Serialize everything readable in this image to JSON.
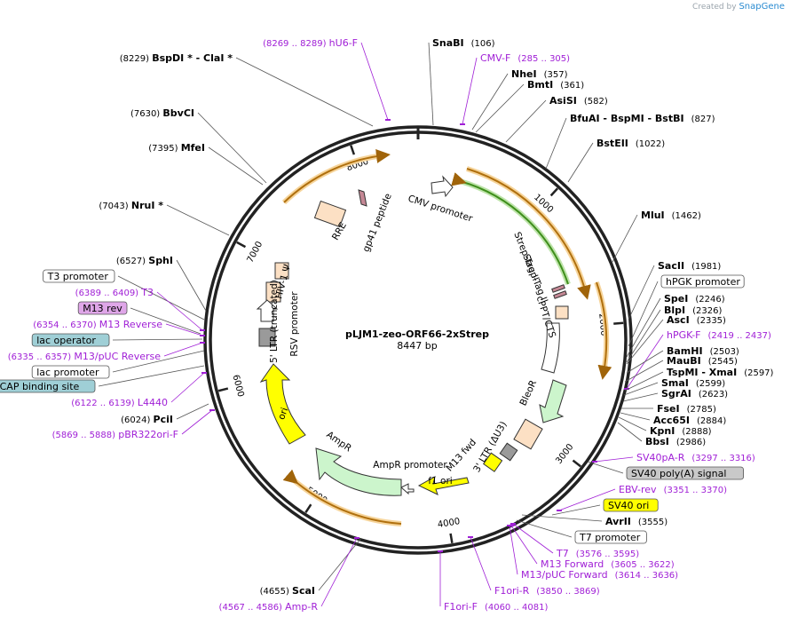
{
  "brand": {
    "created_by": "Created by",
    "logo": "SnapGene"
  },
  "plasmid": {
    "name": "pLJM1-zeo-ORF66-2xStrep",
    "size_label": "8447 bp",
    "length": 8447
  },
  "ticks": [
    "1000",
    "2000",
    "3000",
    "4000",
    "5000",
    "6000",
    "7000",
    "8000"
  ],
  "labels": [
    {
      "kind": "prim",
      "name": "hU6-F",
      "pos": "(8269 .. 8289)"
    },
    {
      "kind": "cut",
      "name": "SnaBI",
      "pos": "(106)"
    },
    {
      "kind": "cut",
      "name": "BspDI *  -  ClaI *",
      "pos": "(8229)"
    },
    {
      "kind": "prim",
      "name": "CMV-F",
      "pos": "(285 .. 305)"
    },
    {
      "kind": "cut",
      "name": "NheI",
      "pos": "(357)"
    },
    {
      "kind": "cut",
      "name": "BmtI",
      "pos": "(361)"
    },
    {
      "kind": "cut",
      "name": "BbvCI",
      "pos": "(7630)"
    },
    {
      "kind": "cut",
      "name": "AsiSI",
      "pos": "(582)"
    },
    {
      "kind": "cut",
      "name": "BfuAI  -  BspMI  -  BstBI",
      "pos": "(827)"
    },
    {
      "kind": "cut",
      "name": "MfeI",
      "pos": "(7395)"
    },
    {
      "kind": "cut",
      "name": "BstEII",
      "pos": "(1022)"
    },
    {
      "kind": "cut",
      "name": "NruI *",
      "pos": "(7043)"
    },
    {
      "kind": "cut",
      "name": "MluI",
      "pos": "(1462)"
    },
    {
      "kind": "cut",
      "name": "SphI",
      "pos": "(6527)"
    },
    {
      "kind": "cut",
      "name": "SacII",
      "pos": "(1981)"
    },
    {
      "kind": "boxw",
      "name": "T3 promoter"
    },
    {
      "kind": "boxw",
      "name": "hPGK promoter"
    },
    {
      "kind": "prim",
      "name": "T3",
      "pos": "(6389 .. 6409)"
    },
    {
      "kind": "cut",
      "name": "SpeI",
      "pos": "(2246)"
    },
    {
      "kind": "boxp",
      "name": "M13 rev"
    },
    {
      "kind": "cut",
      "name": "BlpI",
      "pos": "(2326)"
    },
    {
      "kind": "prim",
      "name": "M13 Reverse",
      "pos": "(6354 .. 6370)"
    },
    {
      "kind": "cut",
      "name": "AscI",
      "pos": "(2335)"
    },
    {
      "kind": "boxt",
      "name": "lac operator"
    },
    {
      "kind": "prim",
      "name": "hPGK-F",
      "pos": "(2419 .. 2437)"
    },
    {
      "kind": "prim",
      "name": "M13/pUC Reverse",
      "pos": "(6335 .. 6357)"
    },
    {
      "kind": "cut",
      "name": "BamHI",
      "pos": "(2503)"
    },
    {
      "kind": "cut",
      "name": "MauBI",
      "pos": "(2545)"
    },
    {
      "kind": "boxw",
      "name": "lac promoter"
    },
    {
      "kind": "cut",
      "name": "TspMI  -  XmaI",
      "pos": "(2597)"
    },
    {
      "kind": "boxt",
      "name": "CAP binding site"
    },
    {
      "kind": "cut",
      "name": "SmaI",
      "pos": "(2599)"
    },
    {
      "kind": "cut",
      "name": "SgrAI",
      "pos": "(2623)"
    },
    {
      "kind": "prim",
      "name": "L4440",
      "pos": "(6122 .. 6139)"
    },
    {
      "kind": "cut",
      "name": "PciI",
      "pos": "(6024)"
    },
    {
      "kind": "cut",
      "name": "FseI",
      "pos": "(2785)"
    },
    {
      "kind": "cut",
      "name": "Acc65I",
      "pos": "(2884)"
    },
    {
      "kind": "prim",
      "name": "pBR322ori-F",
      "pos": "(5869 .. 5888)"
    },
    {
      "kind": "cut",
      "name": "KpnI",
      "pos": "(2888)"
    },
    {
      "kind": "cut",
      "name": "BbsI",
      "pos": "(2986)"
    },
    {
      "kind": "prim",
      "name": "SV40pA-R",
      "pos": "(3297 .. 3316)"
    },
    {
      "kind": "boxg",
      "name": "SV40 poly(A) signal"
    },
    {
      "kind": "prim",
      "name": "EBV-rev",
      "pos": "(3351 .. 3370)"
    },
    {
      "kind": "boxy",
      "name": "SV40 ori"
    },
    {
      "kind": "cut",
      "name": "AvrII",
      "pos": "(3555)"
    },
    {
      "kind": "boxw",
      "name": "T7 promoter"
    },
    {
      "kind": "prim",
      "name": "T7",
      "pos": "(3576 .. 3595)"
    },
    {
      "kind": "prim",
      "name": "M13 Forward",
      "pos": "(3605 .. 3622)"
    },
    {
      "kind": "prim",
      "name": "M13/pUC Forward",
      "pos": "(3614 .. 3636)"
    },
    {
      "kind": "cut",
      "name": "ScaI",
      "pos": "(4655)"
    },
    {
      "kind": "prim",
      "name": "F1ori-R",
      "pos": "(3850 .. 3869)"
    },
    {
      "kind": "prim",
      "name": "Amp-R",
      "pos": "(4567 .. 4586)"
    },
    {
      "kind": "prim",
      "name": "F1ori-F",
      "pos": "(4060 .. 4081)"
    }
  ],
  "inner_labels": [
    "CMV promoter",
    "RRE",
    "gp41 peptide",
    "HIV-1 Ψ",
    "5' LTR (truncated)",
    "RSV promoter",
    "Strep-Tag II",
    "Strep-Tag II",
    "cPPT/CTS",
    "BleoR",
    "3' LTR (ΔU3)",
    "M13 fwd",
    "f1 ori",
    "AmpR promoter",
    "AmpR",
    "ori"
  ],
  "colors": {
    "backbone": "#222222",
    "primer": "#a01fd6",
    "orange_feature": "#e0962b",
    "green_feature": "#4aa022",
    "promoter_fill": "#ffffff",
    "ori_fill": "#ffff00",
    "amp_fill": "#ccf5cc",
    "ltr_fill": "#fce0c4",
    "misc_box": "#ba9ee0",
    "lac_box": "#9fcfd6",
    "m13_box": "#dfa6e8",
    "polyA_box": "#c9c9c9"
  }
}
